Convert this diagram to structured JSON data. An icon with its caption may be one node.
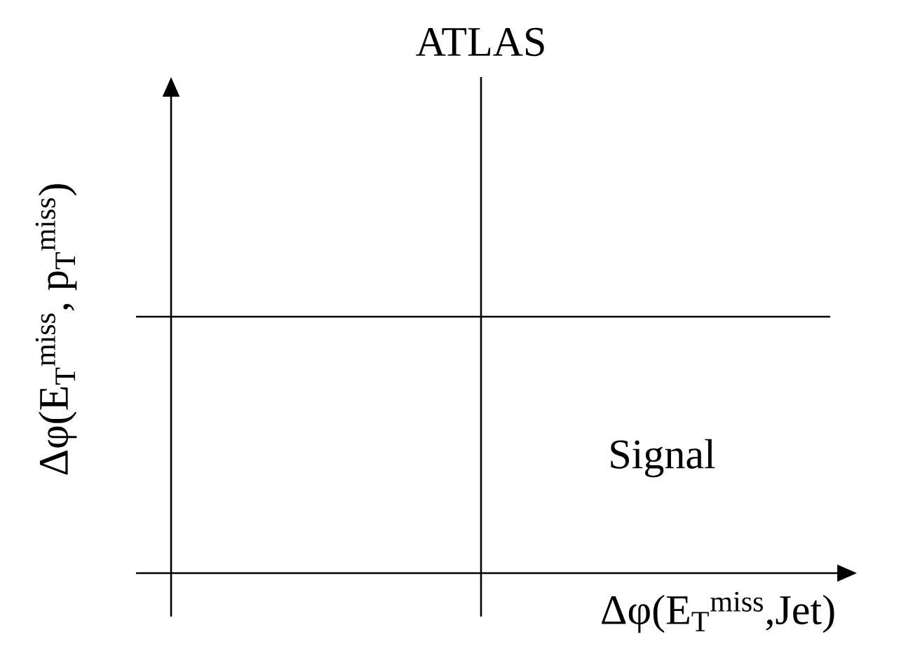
{
  "diagram": {
    "labels": [
      "ATLAS",
      "Signal",
      "Δφ(E$_{T}$$^{miss}$,Jet)",
      "Δφ(E$_{T}$$^{miss}$, p$_{T}$$^{miss}$)"
    ]
  }
}
